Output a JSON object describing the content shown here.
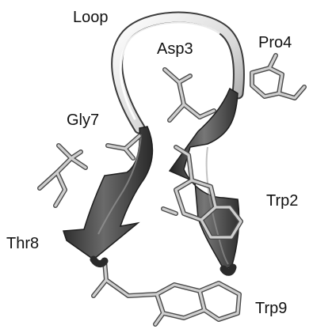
{
  "figure": {
    "labels": {
      "loop": "Loop",
      "asp3": "Asp3",
      "pro4": "Pro4",
      "gly7": "Gly7",
      "trp2": "Trp2",
      "thr8": "Thr8",
      "trp9": "Trp9"
    },
    "colors": {
      "ribbon_dark": "#3a3a3a",
      "ribbon_mid": "#8a8a8a",
      "ribbon_light": "#e8e8e8",
      "stick": "#bdbdbd",
      "stick_outline": "#4a4a4a",
      "label_text": "#111111"
    }
  }
}
